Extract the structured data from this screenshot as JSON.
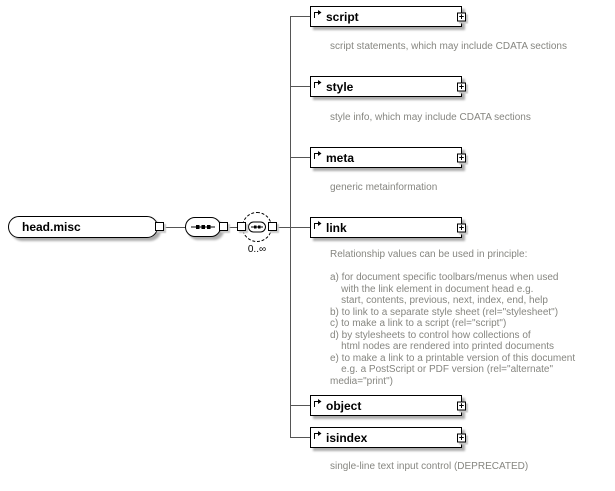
{
  "diagram": {
    "root": {
      "label": "head.misc"
    },
    "multiplicity": "0..∞",
    "icons": {
      "expand": "+"
    },
    "children": [
      {
        "label": "script",
        "desc": "script statements, which may include CDATA sections"
      },
      {
        "label": "style",
        "desc": "style info, which may include CDATA sections"
      },
      {
        "label": "meta",
        "desc": "generic metainformation"
      },
      {
        "label": "link",
        "desc": "Relationship values can be used in principle:\n\na) for document specific toolbars/menus when used\n    with the link element in document head e.g.\n    start, contents, previous, next, index, end, help\nb) to link to a separate style sheet (rel=\"stylesheet\")\nc) to make a link to a script (rel=\"script\")\nd) by stylesheets to control how collections of\n    html nodes are rendered into printed documents\ne) to make a link to a printable version of this document\n    e.g. a PostScript or PDF version (rel=\"alternate\" media=\"print\")"
      },
      {
        "label": "object",
        "desc": ""
      },
      {
        "label": "isindex",
        "desc": "single-line text input control (DEPRECATED)"
      }
    ]
  }
}
